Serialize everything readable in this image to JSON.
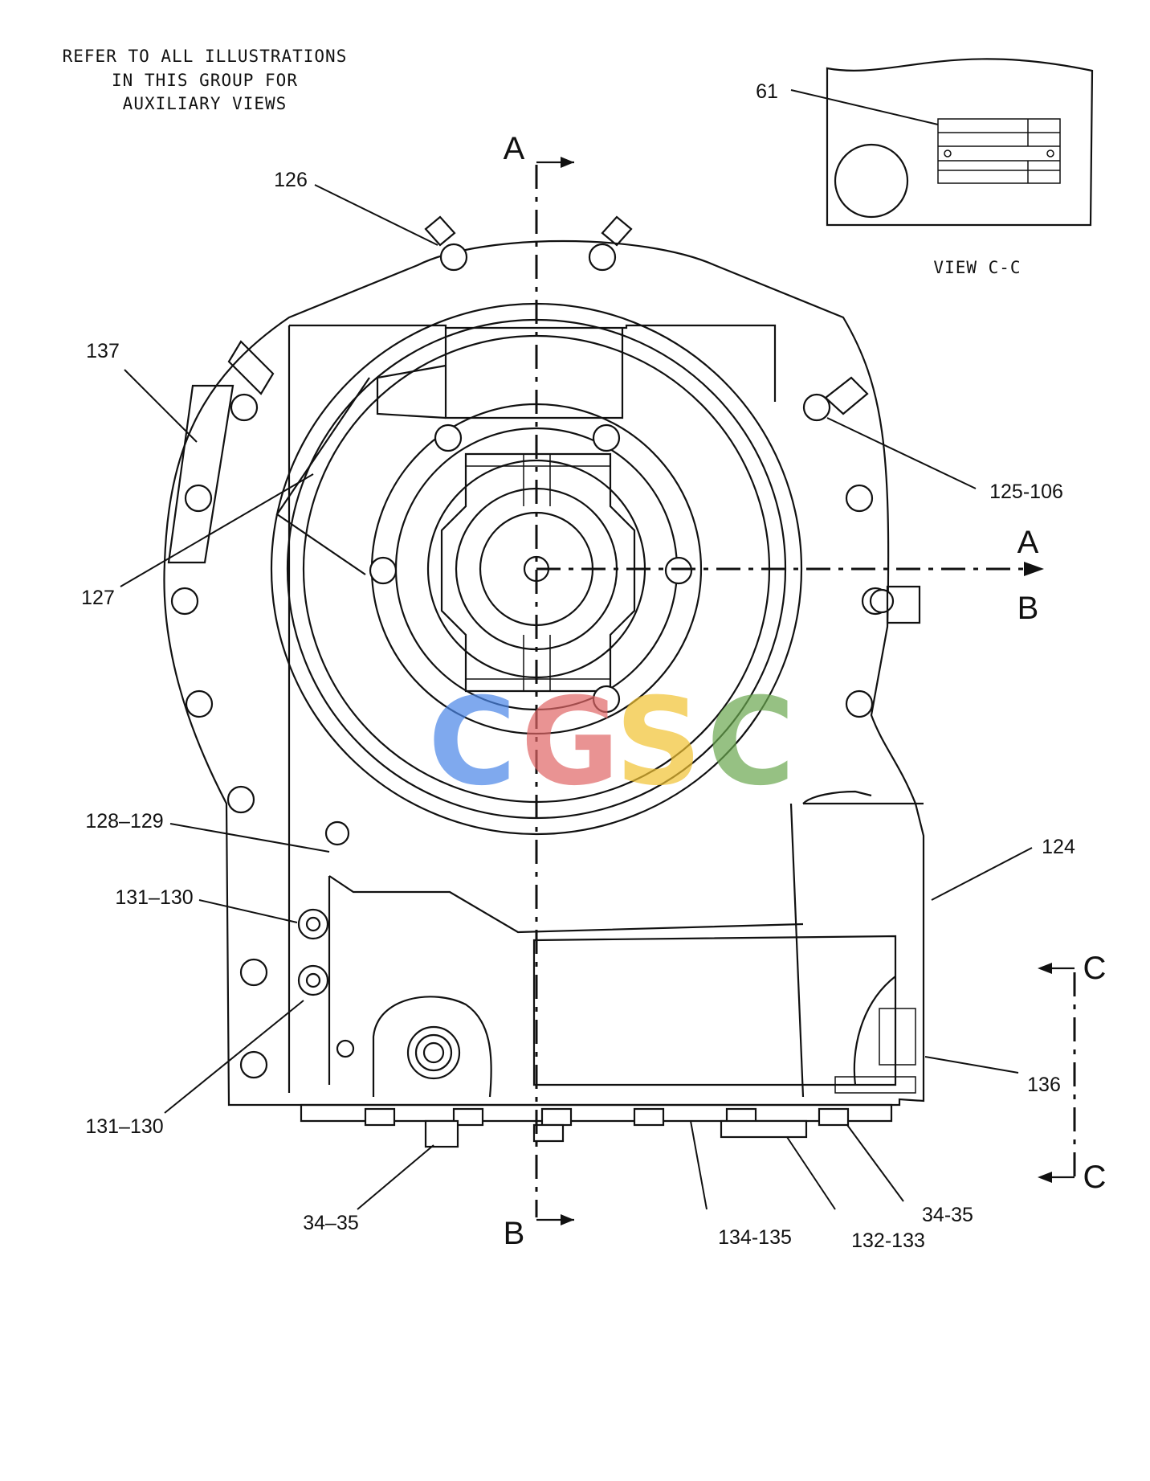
{
  "note": [
    "REFER TO ALL ILLUSTRATIONS",
    "IN THIS GROUP FOR",
    "AUXILIARY VIEWS"
  ],
  "view_label": "VIEW C-C",
  "section_letters": {
    "a_top": "A",
    "a_right": "A",
    "b_right": "B",
    "b_bottom": "B",
    "c_top": "C",
    "c_bottom": "C"
  },
  "callouts": {
    "c61": "61",
    "c126": "126",
    "c137": "137",
    "c127": "127",
    "c125_106": "125-106",
    "c124": "124",
    "c128_129": "128–129",
    "c131_130_a": "131–130",
    "c131_130_b": "131–130",
    "c136": "136",
    "c34_35_left": "34–35",
    "c134_135": "134-135",
    "c132_133": "132-133",
    "c34_35_right": "34-35"
  },
  "watermark": {
    "letters": [
      "C",
      "G",
      "S",
      "C"
    ],
    "colors": [
      "#4a86e8",
      "#e06666",
      "#f1c232",
      "#6aa84f"
    ]
  }
}
